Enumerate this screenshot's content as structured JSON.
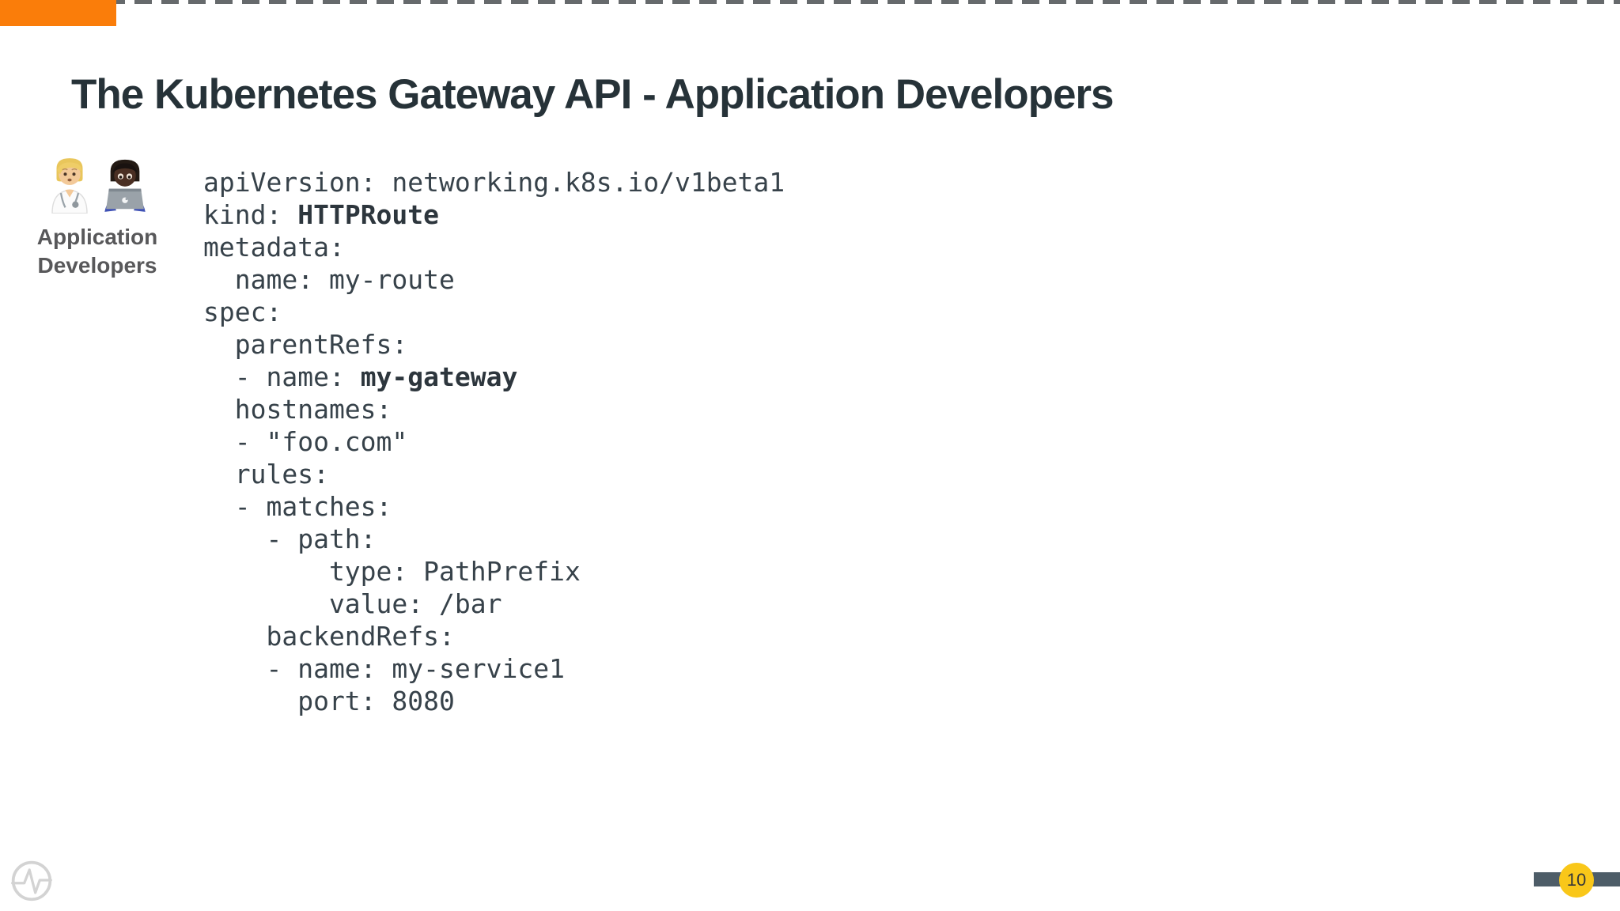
{
  "slide": {
    "title": "The Kubernetes Gateway API - Application Developers",
    "accent_color": "#FA7D0A",
    "title_color": "#263238"
  },
  "persona": {
    "label_line1": "Application",
    "label_line2": "Developers",
    "emojis": [
      "health-worker-emoji",
      "technologist-emoji"
    ]
  },
  "code": {
    "language": "yaml",
    "text_color": "#37424a",
    "lines": [
      {
        "pre": "apiVersion: networking.k8s.io/v1beta1",
        "bold": "",
        "post": ""
      },
      {
        "pre": "kind: ",
        "bold": "HTTPRoute",
        "post": ""
      },
      {
        "pre": "metadata:",
        "bold": "",
        "post": ""
      },
      {
        "pre": "  name: my-route",
        "bold": "",
        "post": ""
      },
      {
        "pre": "spec:",
        "bold": "",
        "post": ""
      },
      {
        "pre": "  parentRefs:",
        "bold": "",
        "post": ""
      },
      {
        "pre": "  - name: ",
        "bold": "my-gateway",
        "post": ""
      },
      {
        "pre": "  hostnames:",
        "bold": "",
        "post": ""
      },
      {
        "pre": "  - \"foo.com\"",
        "bold": "",
        "post": ""
      },
      {
        "pre": "  rules:",
        "bold": "",
        "post": ""
      },
      {
        "pre": "  - matches:",
        "bold": "",
        "post": ""
      },
      {
        "pre": "    - path:",
        "bold": "",
        "post": ""
      },
      {
        "pre": "        type: PathPrefix",
        "bold": "",
        "post": ""
      },
      {
        "pre": "        value: /bar",
        "bold": "",
        "post": ""
      },
      {
        "pre": "    backendRefs:",
        "bold": "",
        "post": ""
      },
      {
        "pre": "    - name: my-service1",
        "bold": "",
        "post": ""
      },
      {
        "pre": "      port: 8080",
        "bold": "",
        "post": ""
      }
    ]
  },
  "footer": {
    "page_number": "10",
    "badge_color": "#F9C719",
    "bar_color": "#4E5D68",
    "logo_color": "#D3D3D3",
    "logo": "pulse-logo-icon"
  }
}
